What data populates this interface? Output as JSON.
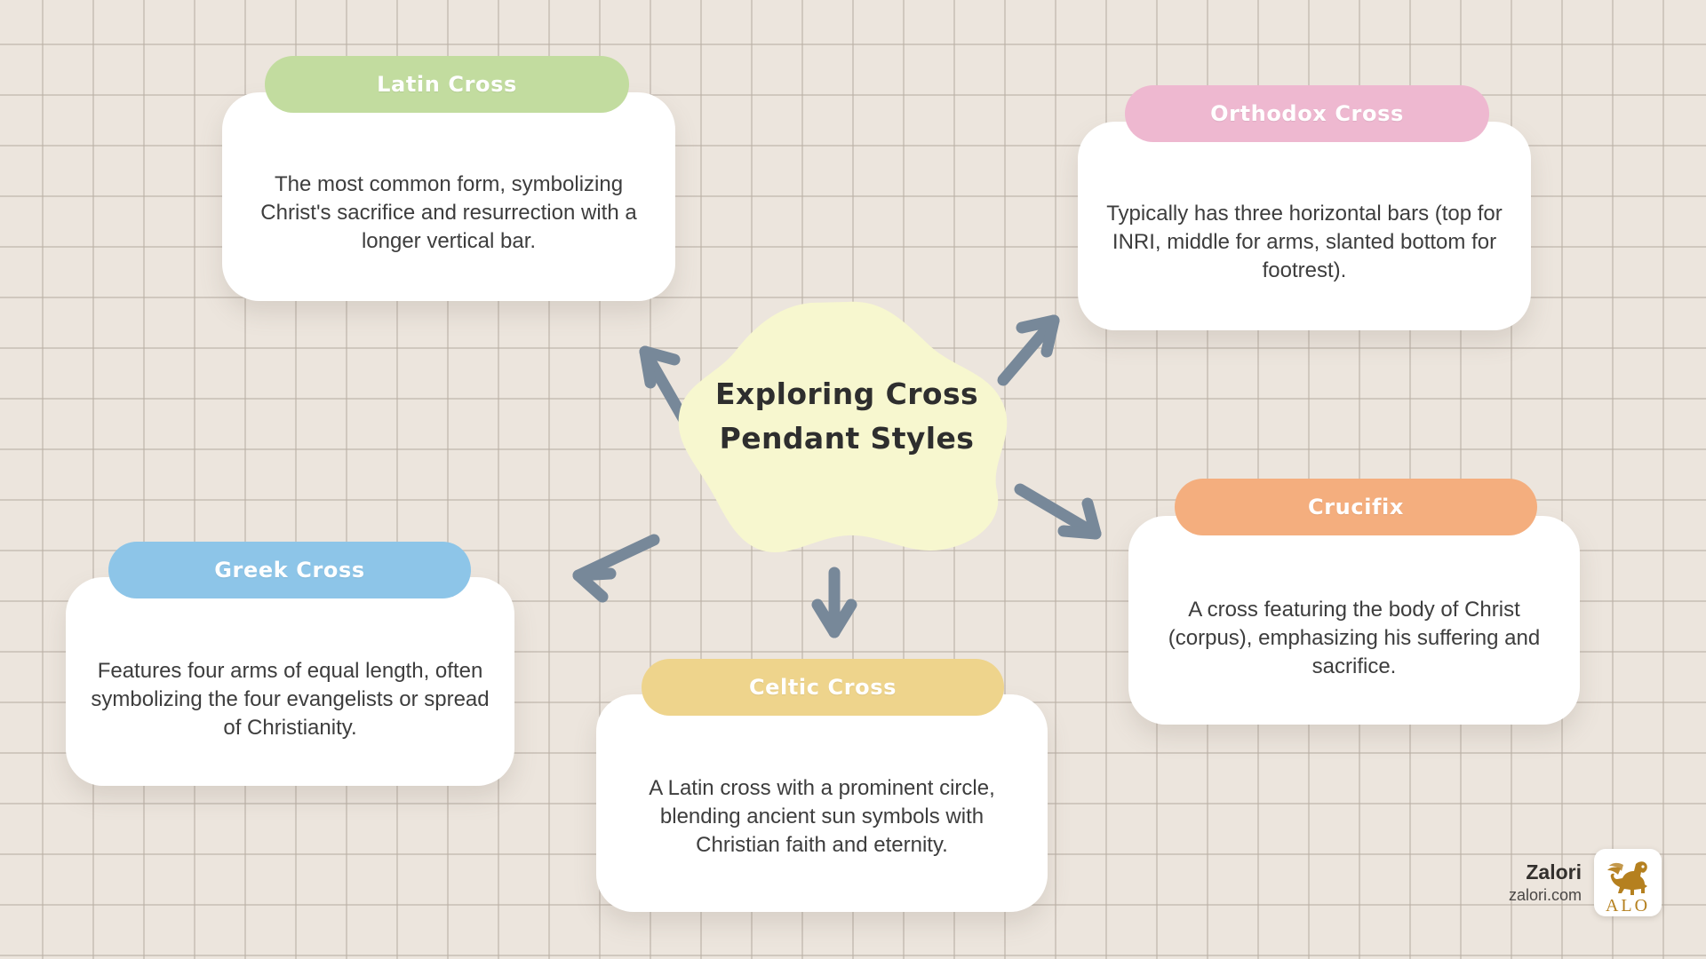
{
  "canvas": {
    "background_color": "#ece5dd",
    "grid_line_color": "#bab0a5"
  },
  "center": {
    "blob_color": "#f7f7cf",
    "title_line1": "Exploring Cross",
    "title_line2": "Pendant Styles",
    "text_color": "#2e2e2e"
  },
  "arrows": {
    "color": "#778899",
    "count": 5
  },
  "cards": [
    {
      "id": "latin",
      "title": "Latin Cross",
      "header_color": "#c2dc9f",
      "body": "The most common form, symbolizing Christ's sacrifice and resurrection with a longer vertical bar."
    },
    {
      "id": "orthodox",
      "title": "Orthodox Cross",
      "header_color": "#eeb8d0",
      "body": "Typically has three horizontal bars (top for INRI, middle for arms, slanted bottom for footrest)."
    },
    {
      "id": "greek",
      "title": "Greek Cross",
      "header_color": "#8dc5e8",
      "body": "Features four arms of equal length, often symbolizing the four evangelists or spread of Christianity."
    },
    {
      "id": "celtic",
      "title": "Celtic Cross",
      "header_color": "#eed48c",
      "body": "A Latin cross with a prominent circle, blending ancient sun symbols with Christian faith and eternity."
    },
    {
      "id": "crucifix",
      "title": "Crucifix",
      "header_color": "#f4ae7e",
      "body": "A cross featuring the body of Christ (corpus), emphasizing his suffering and sacrifice."
    }
  ],
  "brand": {
    "name": "Zalori",
    "url": "zalori.com",
    "logo_icon": "winged-lion-icon",
    "logo_wordmark": "ALO",
    "logo_color": "#b5801f"
  }
}
